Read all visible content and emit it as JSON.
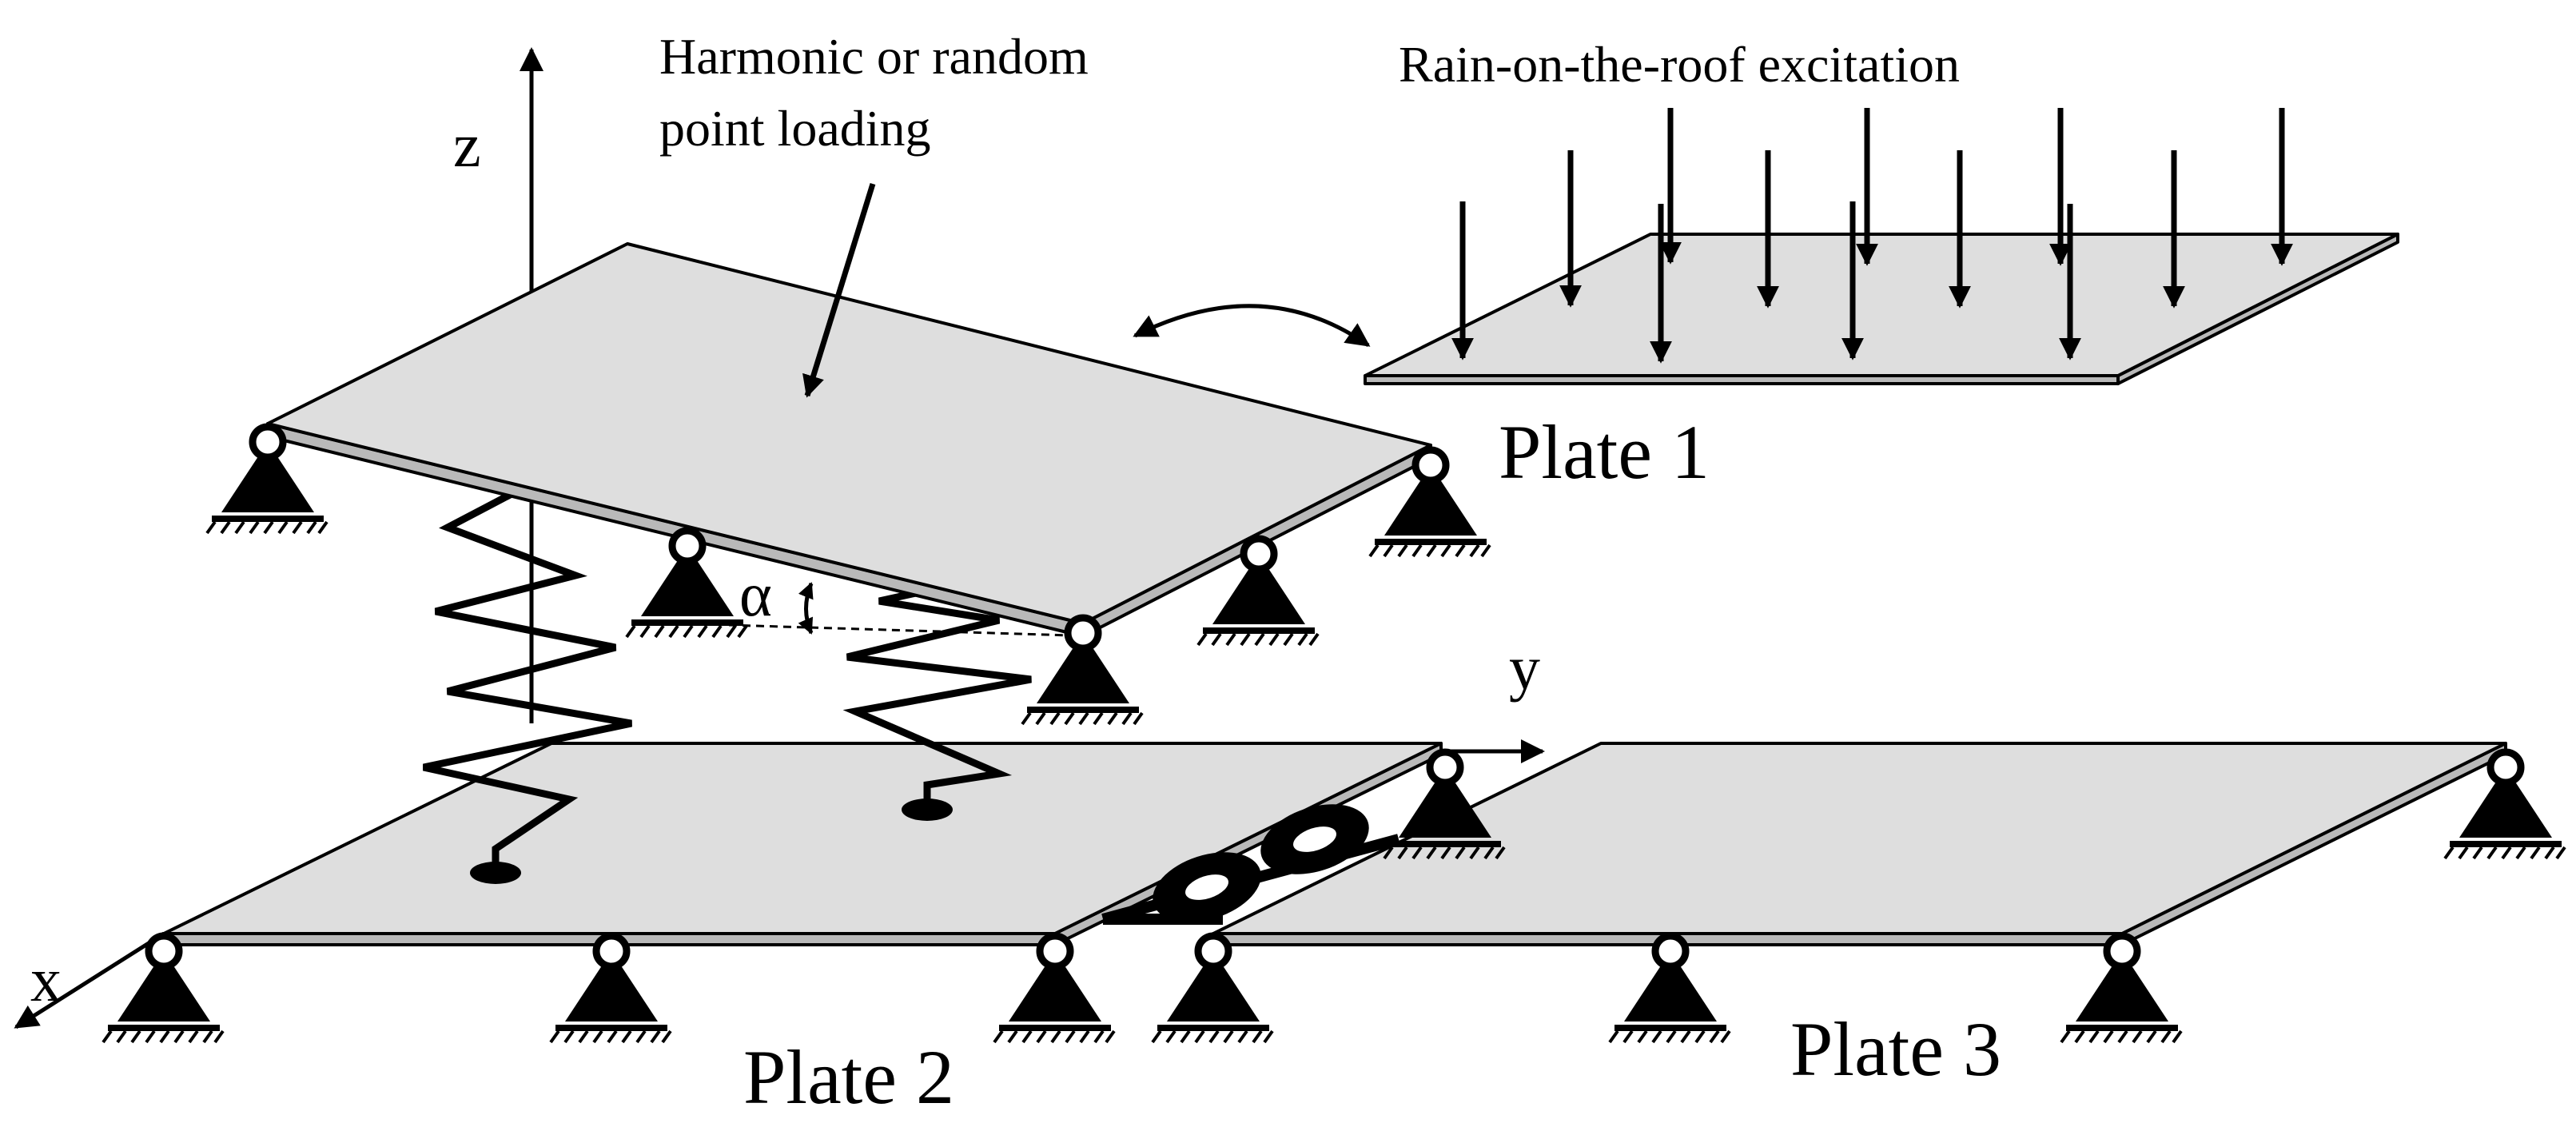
{
  "labels": {
    "point_loading_line1": "Harmonic or random",
    "point_loading_line2": "point loading",
    "rain_excitation": "Rain-on-the-roof excitation",
    "plate1": "Plate 1",
    "plate2": "Plate 2",
    "plate3": "Plate 3",
    "axis_x": "x",
    "axis_y": "y",
    "axis_z": "z",
    "angle": "α"
  }
}
